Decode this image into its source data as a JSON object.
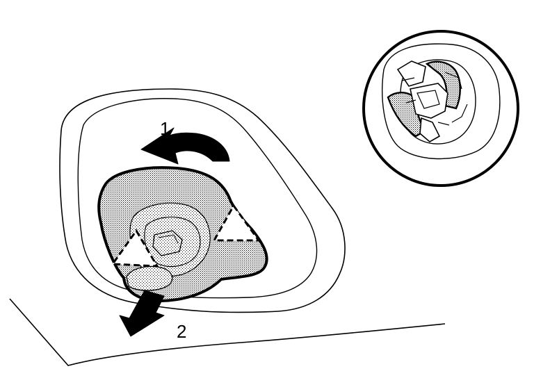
{
  "steps": [
    {
      "label": "1",
      "action": "rotate-counterclockwise"
    },
    {
      "label": "2",
      "action": "pull-out"
    }
  ],
  "colors": {
    "stroke": "#000000",
    "background": "#ffffff",
    "hatch": "#000000"
  },
  "icons": {
    "rotate_arrow": "curved-arrow-icon",
    "pull_arrow": "down-arrow-icon",
    "alignment_marks": "triangle-mark-icon",
    "detail_inset": "magnified-view"
  }
}
